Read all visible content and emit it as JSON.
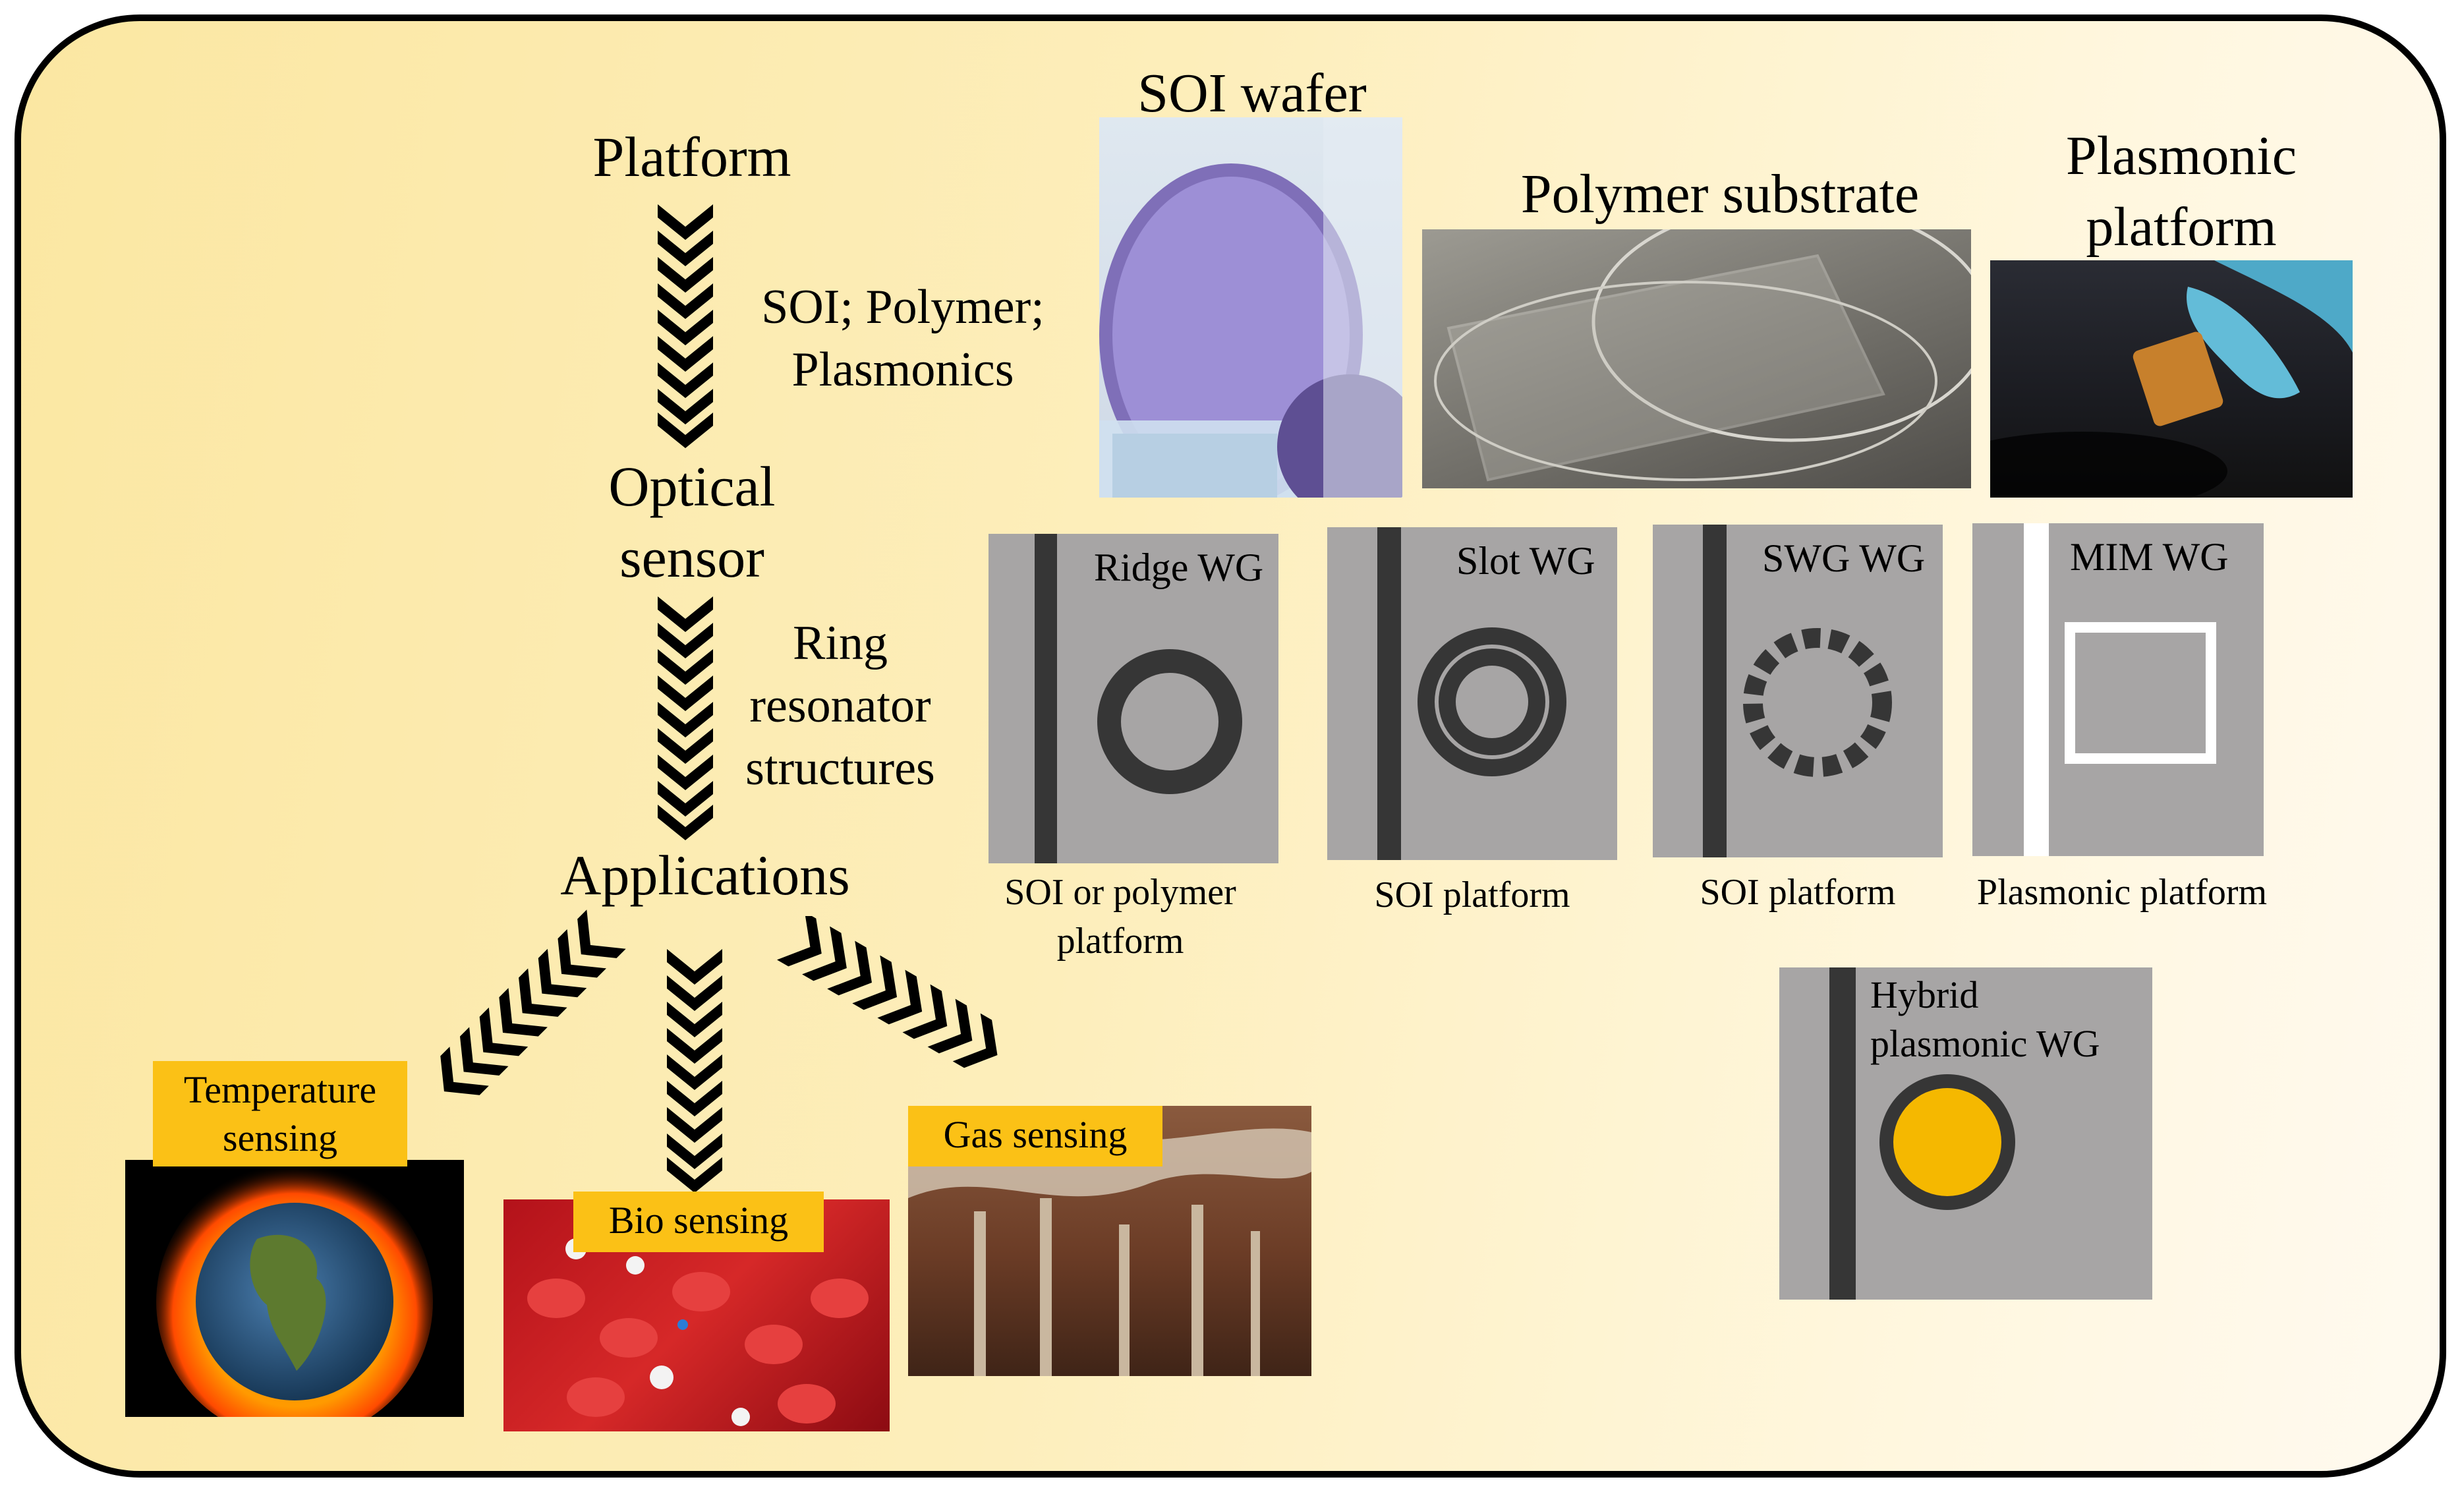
{
  "flow": {
    "platform": "Platform",
    "platform_options_line1": "SOI; Polymer;",
    "platform_options_line2": "Plasmonics",
    "sensor_line1": "Optical",
    "sensor_line2": "sensor",
    "structures_line1": "Ring",
    "structures_line2": "resonator",
    "structures_line3": "structures",
    "applications": "Applications"
  },
  "platforms": {
    "soi_title": "SOI wafer",
    "polymer_title": "Polymer substrate",
    "plasmonic_title_line1": "Plasmonic",
    "plasmonic_title_line2": "platform"
  },
  "waveguides": [
    {
      "title": "Ridge WG",
      "caption_line1": "SOI or polymer",
      "caption_line2": "platform"
    },
    {
      "title": "Slot WG",
      "caption_line1": "SOI platform",
      "caption_line2": ""
    },
    {
      "title": "SWG WG",
      "caption_line1": "SOI platform",
      "caption_line2": ""
    },
    {
      "title": "MIM WG",
      "caption_line1": "Plasmonic platform",
      "caption_line2": ""
    },
    {
      "title_line1": "Hybrid",
      "title_line2": "plasmonic WG"
    }
  ],
  "applications": {
    "temperature_line1": "Temperature",
    "temperature_line2": "sensing",
    "bio": "Bio sensing",
    "gas": "Gas sensing"
  },
  "colors": {
    "background": "#fbe7a2",
    "label_fill": "#fbc116",
    "card_gray": "#a7a5a5",
    "waveguide_dark": "#363636",
    "gold": "#f5b800"
  }
}
